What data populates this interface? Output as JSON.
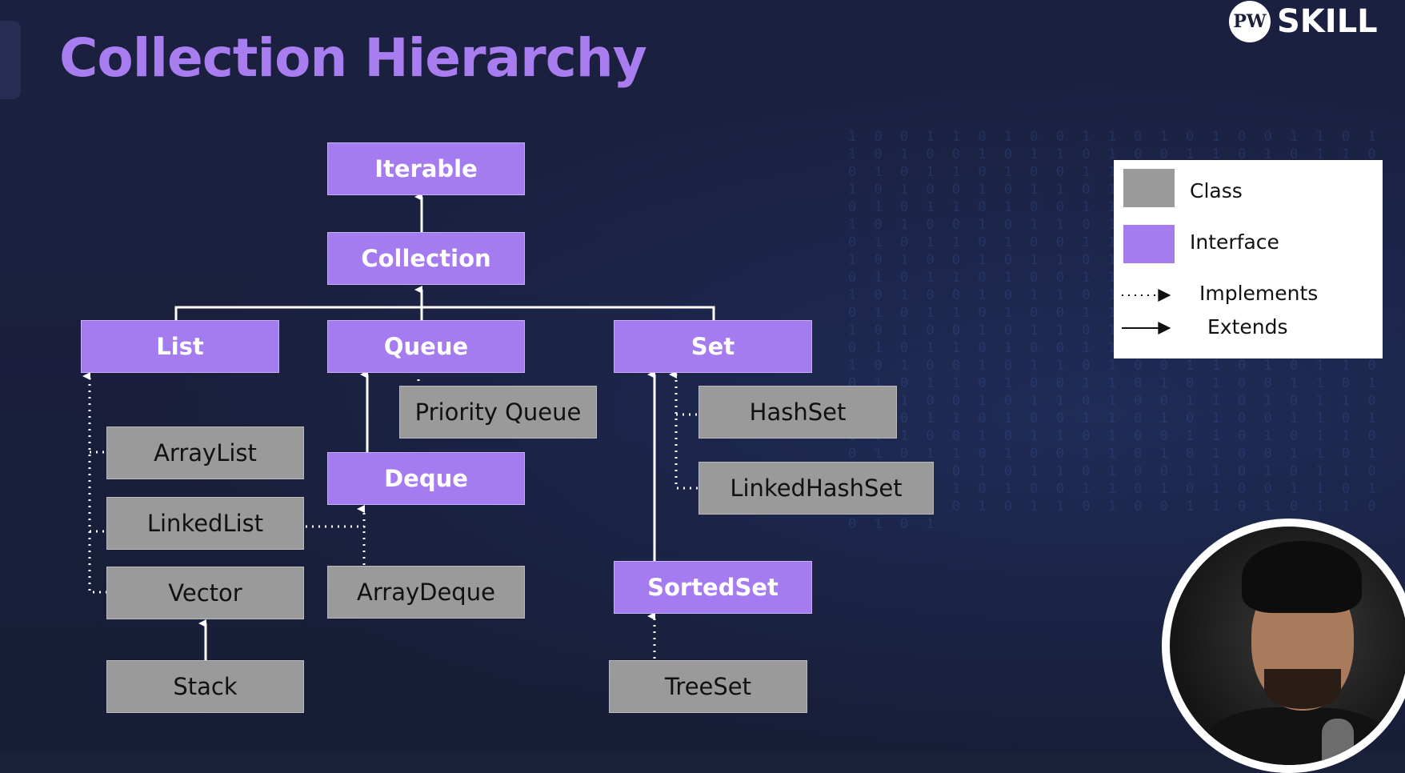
{
  "title": "Collection Hierarchy",
  "brand": {
    "badge": "PW",
    "text": "SKILL"
  },
  "nodes": {
    "iterable": "Iterable",
    "collection": "Collection",
    "list": "List",
    "queue": "Queue",
    "set": "Set",
    "priority_queue": "Priority Queue",
    "hashset": "HashSet",
    "arraylist": "ArrayList",
    "deque": "Deque",
    "linkedhashset": "LinkedHashSet",
    "linkedlist": "LinkedList",
    "vector": "Vector",
    "arraydeque": "ArrayDeque",
    "sortedset": "SortedSet",
    "stack": "Stack",
    "treeset": "TreeSet"
  },
  "legend": {
    "class": "Class",
    "interface": "Interface",
    "implements": "Implements",
    "extends": "Extends"
  },
  "colors": {
    "background": "#1a1f3a",
    "interface": "#a47cef",
    "class": "#9a9a9a",
    "title": "#a87df0",
    "connector": "#ffffff"
  },
  "background_digits": "1 0 0 1 1 0 1 0 0 1 1 0 1 0 1 0 0 1 1 0 1 1 0 1 0 0 1 0 1 1 0 1 0 0 1 1 0 1 0 1 1 0 0 1 0 1 1 0 1 0 0 1 1 0 1 0 1 0 0 1 1 0 1 1 0 1 0 0 1 0 1 1 0 1 0 0 1 1 0 1 0 1 1 0 0 1 0 1 1 0 1 0 0 1 1 0 1 0 1 0 0 1 1 0 1 1 0 1 0 0 1 0 1 1 0 1 0 0 1 1 0 1 0 1 1 0 0 1 0 1 1 0 1 0 0 1 1 0 1 0 1 0 0 1 1 0 1 1 0 1 0 0 1 0 1 1 0 1 0 0 1 1 0 1 0 1 1 0 0 1 0 1 1 0 1 0 0 1 1 0 1 0 1 0 0 1 1 0 1 1 0 1 0 0 1 0 1 1 0 1 0 0 1 1 0 1 0 1 1 0 0 1 0 1 1 0 1 0 0 1 1 0 1 0 1 0 0 1 1 0 1 1 0 1 0 0 1 0 1 1 0 1 0 0 1 1 0 1 0 1 1 0 0 1 0 1 1 0 1 0 0 1 1 0 1 0 1 0 0 1 1 0 1 1 0 1 0 0 1 0 1 1 0 1 0 0 1 1 0 1 0 1 1 0 0 1 0 1 1 0 1 0 0 1 1 0 1 0 1 0 0 1 1 0 1 1 0 1 0 0 1 0 1 1 0 1 0 0 1 1 0 1 0 1 1 0 0 1 0 1 1 0 1 0 0 1 1 0 1 0 1 0 0 1 1 0 1 1 0 1 0 0 1 0 1 1 0 1 0 0 1 1 0 1 0 1 1 0 0 1 0 1 1 0 1 0 0 1 1 0 1 0 1 0 0 1 1 0 1 1 0 1 0 0 1 0 1 1 0 1 0 0 1 1 0 1 0 1 1 0 0 1 0 1 1 0 1 0 0 1 1 0 1 0 1 0 0 1 1 0 1 1 0 1 0 0 1 0 1 1 0 1 0 0 1 1 0 1 0 1 1 0 0 1 0 1"
}
